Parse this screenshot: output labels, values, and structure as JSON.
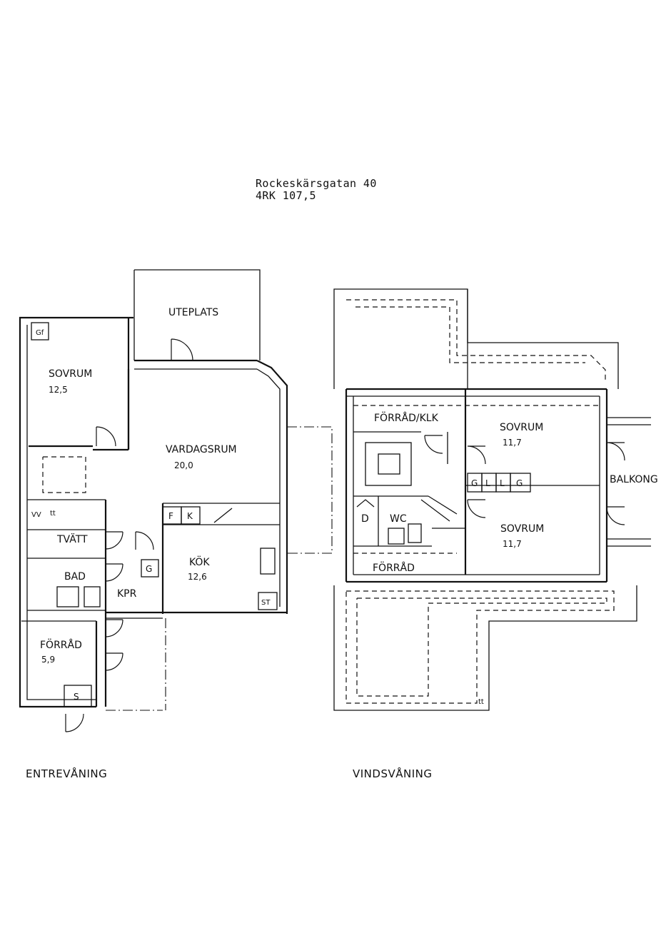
{
  "header": {
    "address": "Rockeskärsgatan 40",
    "summary": "4RK 107,5"
  },
  "ground_floor": {
    "caption": "ENTREVÅNING",
    "rooms": {
      "uteplats": "UTEPLATS",
      "sovrum": "SOVRUM",
      "sovrum_area": "12,5",
      "vardagsrum": "VARDAGSRUM",
      "vardagsrum_area": "20,0",
      "tvatt": "TVÄTT",
      "bad": "BAD",
      "kpr": "KPR",
      "kok": "KÖK",
      "kok_area": "12,6",
      "forrad": "FÖRRÅD",
      "forrad_area": "5,9"
    },
    "marks": {
      "gf": "Gf",
      "vv": "VV",
      "tt": "tt",
      "f": "F",
      "k": "K",
      "g": "G",
      "st": "ST",
      "s": "S"
    }
  },
  "attic_floor": {
    "caption": "VINDSVÅNING",
    "rooms": {
      "forrad_klk": "FÖRRÅD/KLK",
      "sovrum_1": "SOVRUM",
      "sovrum_1_area": "11,7",
      "balkong": "BALKONG",
      "sovrum_2": "SOVRUM",
      "sovrum_2_area": "11,7",
      "d": "D",
      "wc": "WC",
      "forrad": "FÖRRÅD"
    },
    "marks": {
      "g": "G",
      "l1": "L",
      "l2": "L",
      "g2": "G",
      "tt": "tt"
    }
  }
}
